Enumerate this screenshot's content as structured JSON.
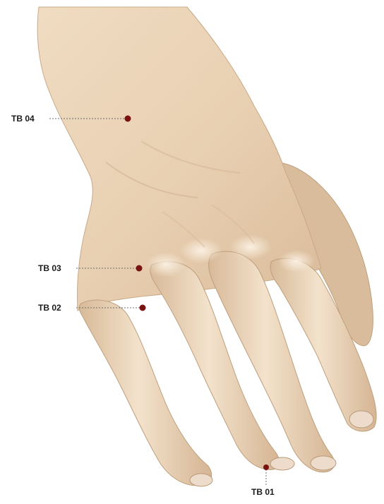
{
  "figure": {
    "subject": "hand-3d-model",
    "colors": {
      "skin": "#ead3b6",
      "skin_shadow": "#c9ab8a",
      "point": "#7a1212",
      "leader": "#6b6b6b"
    }
  },
  "points": [
    {
      "id": "tb04",
      "label": "TB 04"
    },
    {
      "id": "tb03",
      "label": "TB 03"
    },
    {
      "id": "tb02",
      "label": "TB 02"
    },
    {
      "id": "tb01",
      "label": "TB 01"
    }
  ]
}
